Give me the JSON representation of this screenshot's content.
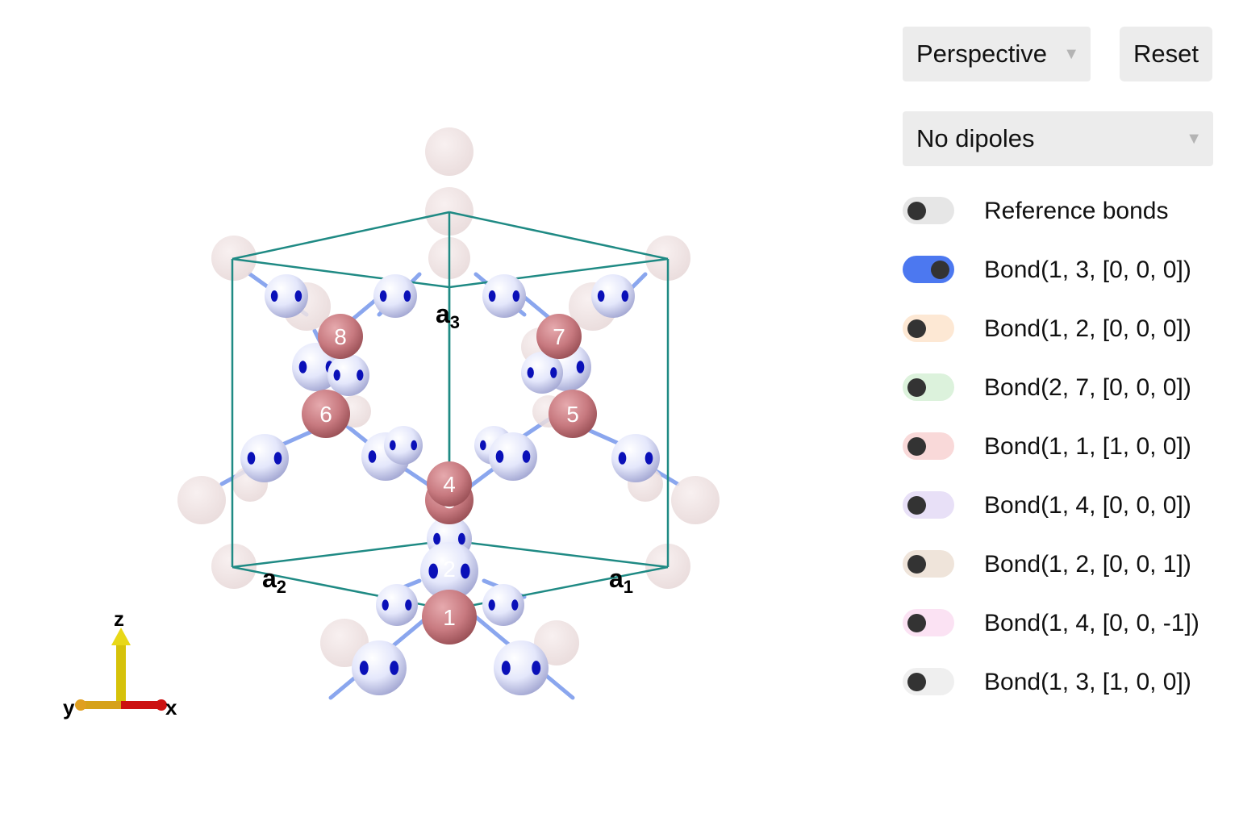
{
  "controls": {
    "projection": {
      "selected": "Perspective"
    },
    "reset_label": "Reset",
    "dipoles": {
      "selected": "No dipoles"
    },
    "toggles": [
      {
        "label": "Reference bonds",
        "on": false,
        "color": "#e6e6e6"
      },
      {
        "label": "Bond(1, 3, [0, 0, 0])",
        "on": true,
        "color": "#4c78f0"
      },
      {
        "label": "Bond(1, 2, [0, 0, 0])",
        "on": false,
        "color": "#fde8d4"
      },
      {
        "label": "Bond(2, 7, [0, 0, 0])",
        "on": false,
        "color": "#dcf2dc"
      },
      {
        "label": "Bond(1, 1, [1, 0, 0])",
        "on": false,
        "color": "#f9d9d9"
      },
      {
        "label": "Bond(1, 4, [0, 0, 0])",
        "on": false,
        "color": "#e8e0f7"
      },
      {
        "label": "Bond(1, 2, [0, 0, 1])",
        "on": false,
        "color": "#efe4da"
      },
      {
        "label": "Bond(1, 4, [0, 0, -1])",
        "on": false,
        "color": "#fbe2f3"
      },
      {
        "label": "Bond(1, 3, [1, 0, 0])",
        "on": false,
        "color": "#efefef"
      }
    ]
  },
  "scene": {
    "atom_labels": [
      "1",
      "2",
      "3",
      "4",
      "5",
      "6",
      "7",
      "8"
    ],
    "lattice_labels": {
      "a1": "a",
      "a1_sub": "1",
      "a2": "a",
      "a2_sub": "2",
      "a3": "a",
      "a3_sub": "3"
    },
    "axes": {
      "x": "x",
      "y": "y",
      "z": "z"
    },
    "colors": {
      "cell": "#1f8a84",
      "atom": "#c97a7f",
      "spin": "#e8ebff",
      "spin_dot": "#0a10b8",
      "bond": "#8aa6ee",
      "ghost": "#efe2e2"
    }
  }
}
